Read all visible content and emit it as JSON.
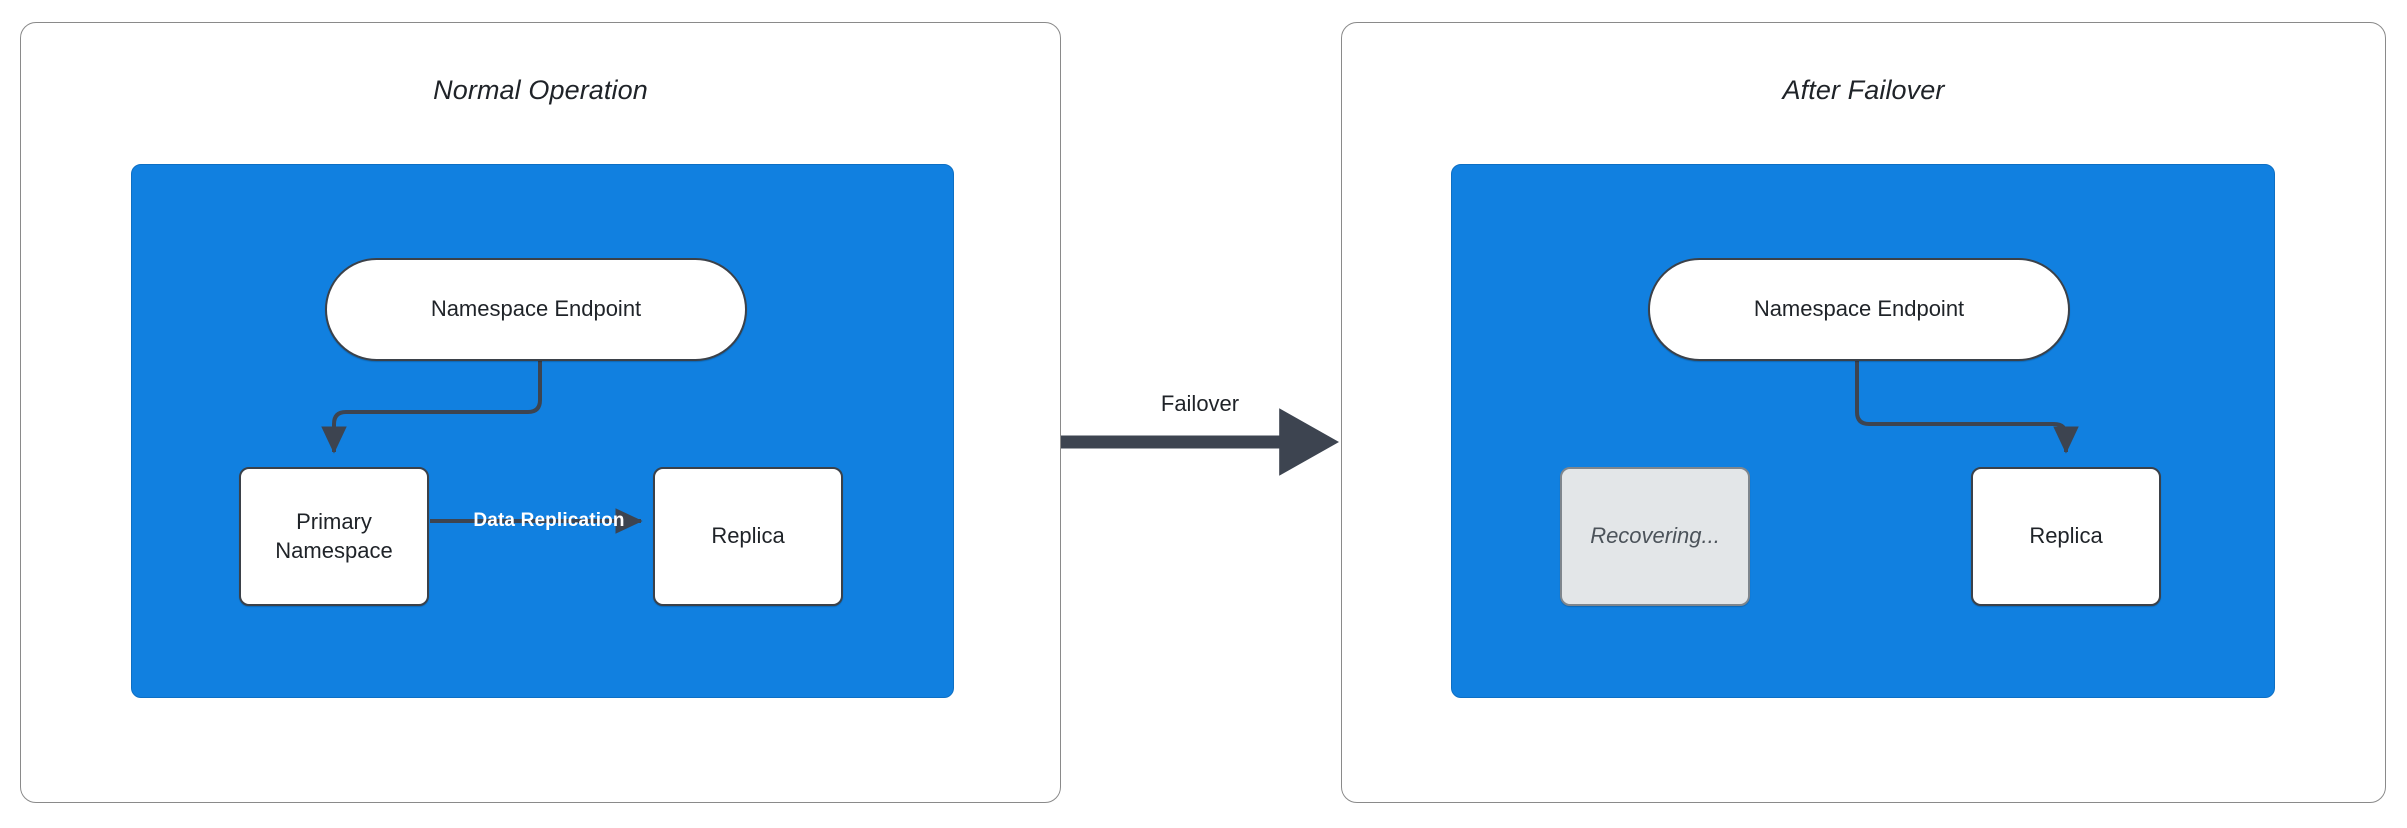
{
  "diagram": {
    "title_left": "Normal Operation",
    "title_right": "After Failover",
    "colors": {
      "cluster_fill": "#1180e0",
      "node_fill": "#ffffff",
      "node_stroke": "#3b4149",
      "muted_fill": "#e3e6e8",
      "edge_label_on_blue": "#ffffff",
      "panel_stroke": "#8a8a8a",
      "arrow": "#3d4450"
    }
  },
  "panels": [
    {
      "id": "normal-operation",
      "title": "Normal Operation",
      "nodes": [
        {
          "id": "endpoint",
          "label": "Namespace Endpoint",
          "shape": "pill",
          "state": "active"
        },
        {
          "id": "primary",
          "label": "Primary Namespace",
          "shape": "box",
          "state": "active"
        },
        {
          "id": "replica",
          "label": "Replica",
          "shape": "box",
          "state": "active"
        }
      ],
      "edges": [
        {
          "from": "endpoint",
          "to": "primary",
          "label": ""
        },
        {
          "from": "primary",
          "to": "replica",
          "label": "Data Replication"
        }
      ]
    },
    {
      "id": "after-failover",
      "title": "After Failover",
      "nodes": [
        {
          "id": "endpoint",
          "label": "Namespace Endpoint",
          "shape": "pill",
          "state": "active"
        },
        {
          "id": "recovering",
          "label": "Recovering...",
          "shape": "box",
          "state": "muted"
        },
        {
          "id": "replica",
          "label": "Replica",
          "shape": "box",
          "state": "active"
        }
      ],
      "edges": [
        {
          "from": "endpoint",
          "to": "replica",
          "label": ""
        }
      ]
    }
  ],
  "transition": {
    "label": "Failover",
    "direction": "left-to-right"
  },
  "labels": {
    "namespace_endpoint": "Namespace Endpoint",
    "primary_namespace": "Primary Namespace",
    "replica": "Replica",
    "recovering": "Recovering...",
    "data_replication": "Data Replication",
    "failover": "Failover"
  }
}
